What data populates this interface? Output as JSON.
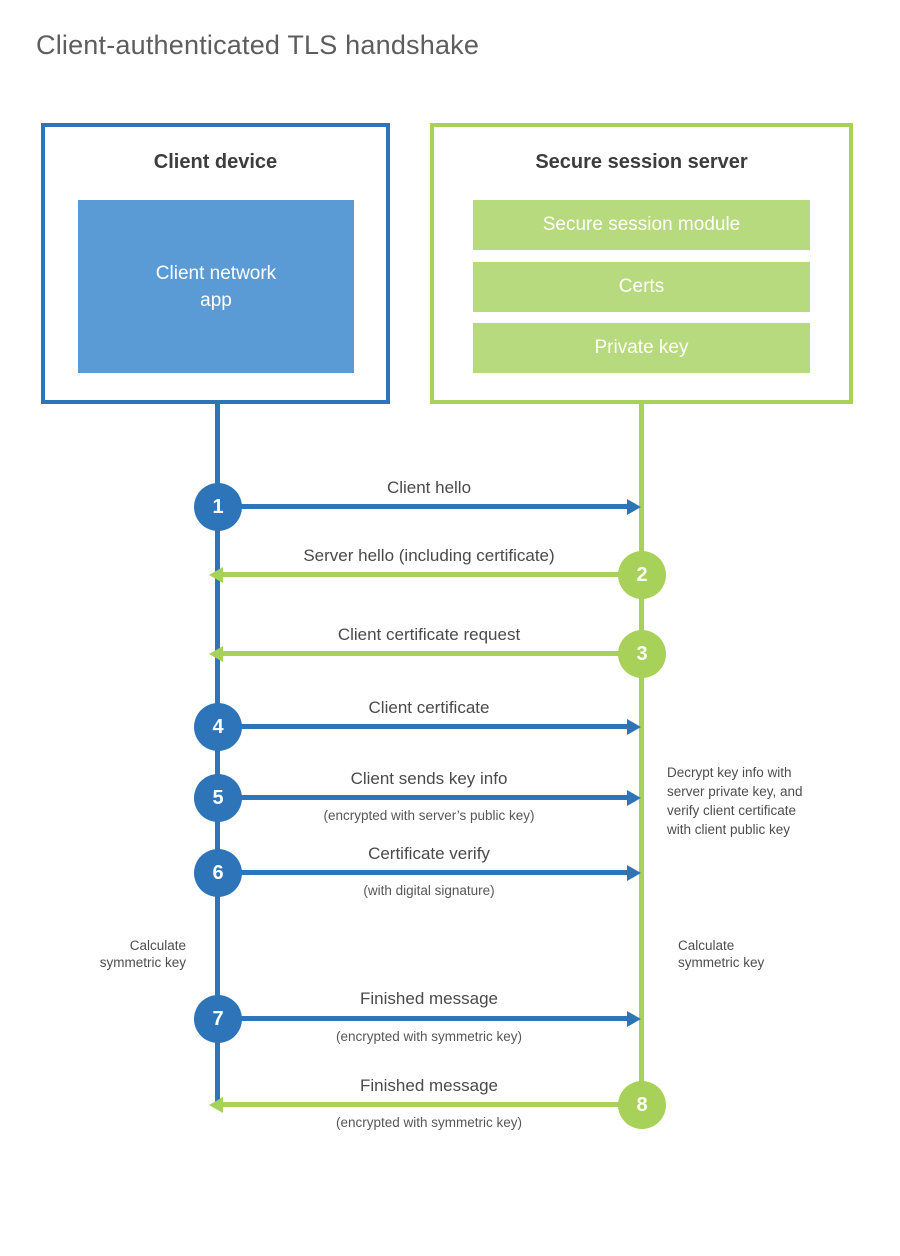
{
  "title": "Client-authenticated TLS handshake",
  "client": {
    "title": "Client device",
    "app_lines": [
      "Client network",
      "app"
    ]
  },
  "server": {
    "title": "Secure session server",
    "modules": [
      "Secure session module",
      "Certs",
      "Private key"
    ]
  },
  "steps": [
    {
      "num": "1",
      "label": "Client hello",
      "direction": "client-to-server"
    },
    {
      "num": "2",
      "label": "Server hello (including certificate)",
      "direction": "server-to-client"
    },
    {
      "num": "3",
      "label": "Client certificate request",
      "direction": "server-to-client"
    },
    {
      "num": "4",
      "label": "Client certificate",
      "direction": "client-to-server"
    },
    {
      "num": "5",
      "label": "Client sends key info",
      "sub": "(encrypted with server’s public key)",
      "direction": "client-to-server"
    },
    {
      "num": "6",
      "label": "Certificate verify",
      "sub": "(with digital signature)",
      "direction": "client-to-server"
    },
    {
      "num": "7",
      "label": "Finished message",
      "sub": "(encrypted with symmetric key)",
      "direction": "client-to-server"
    },
    {
      "num": "8",
      "label": "Finished message",
      "sub": "(encrypted with symmetric key)",
      "direction": "server-to-client"
    }
  ],
  "annotations": {
    "decrypt_note_lines": [
      "Decrypt key info with",
      "server private key, and",
      "verify client certificate",
      "with client public key"
    ],
    "calc_left_lines": [
      "Calculate",
      "symmetric key"
    ],
    "calc_right_lines": [
      "Calculate",
      "symmetric key"
    ]
  },
  "colors": {
    "blue": "#2e74b8",
    "blue_fill": "#5b9bd5",
    "green": "#a7d158",
    "green_fill": "#b6da7d"
  }
}
